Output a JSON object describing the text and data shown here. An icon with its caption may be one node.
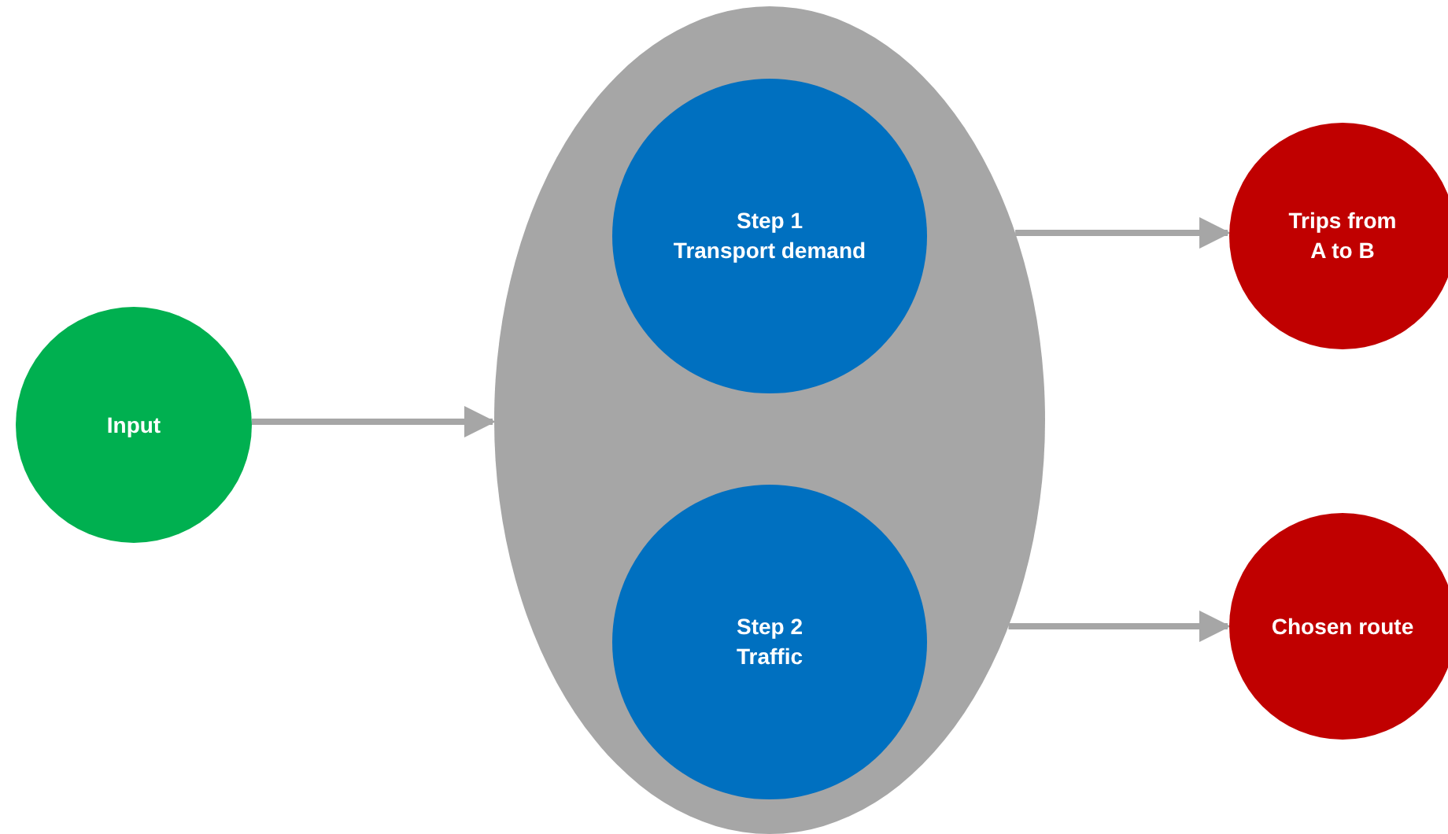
{
  "diagram": {
    "nodes": [
      {
        "text": [
          "Input"
        ]
      },
      {
        "text": [],
        "shape": "ellipse"
      },
      {
        "text": [
          "Step 1",
          "Transport demand"
        ],
        "in": 1
      },
      {
        "text": [
          "Step 2",
          "Traffic"
        ],
        "in": 1
      },
      {
        "text": [
          "Trips from A to B"
        ]
      },
      {
        "text": [
          "Chosen route"
        ]
      }
    ],
    "edges": [
      {
        "from": 0,
        "to": 1,
        "arrow": "to"
      },
      {
        "from": 1,
        "to": 4,
        "arrow": "to"
      },
      {
        "from": 1,
        "to": 5,
        "arrow": "to"
      }
    ]
  }
}
